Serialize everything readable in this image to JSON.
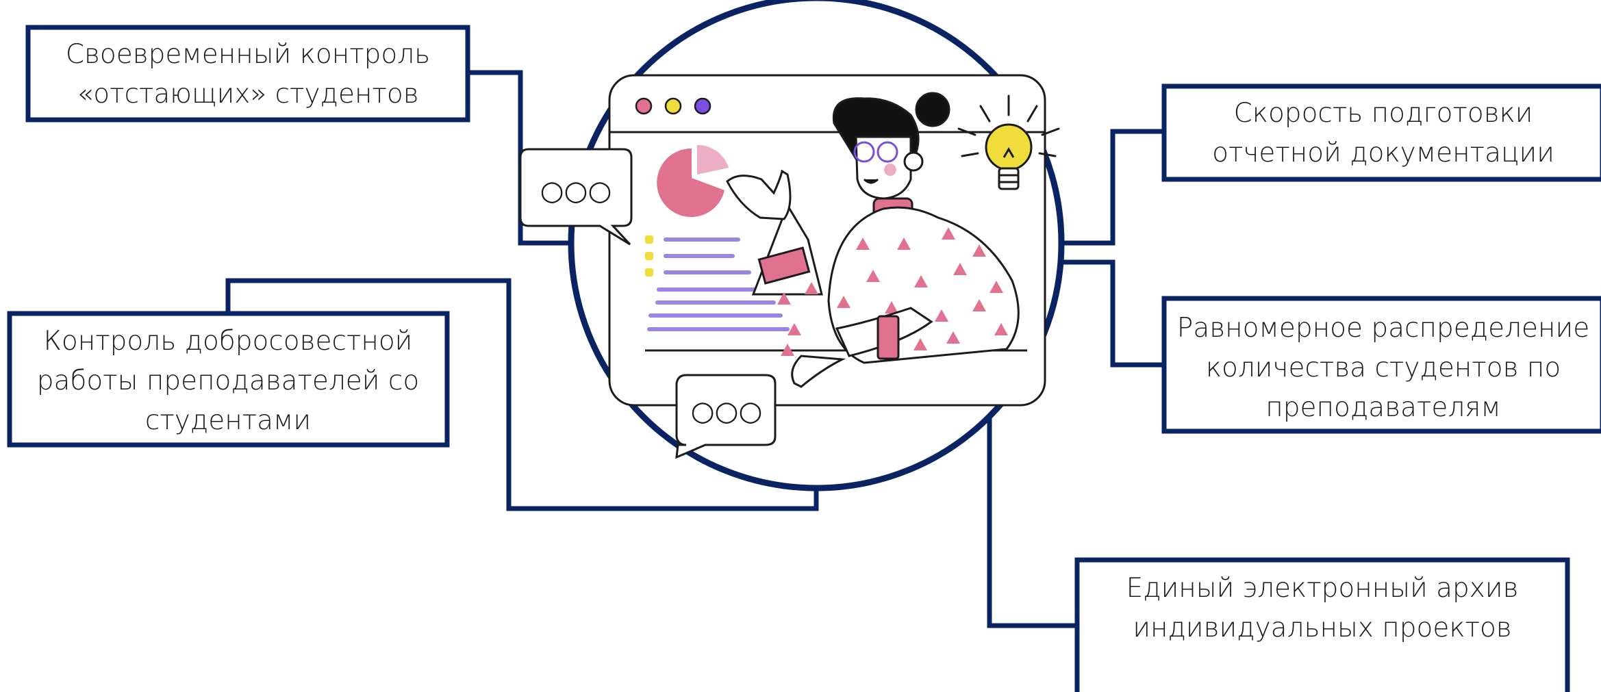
{
  "colors": {
    "frame": "#0a2463",
    "pink": "#e0728f",
    "pink_light": "#ebaec4",
    "yellow": "#f0dc3a",
    "purple": "#7a4ee0",
    "lavender": "#9b84e4",
    "ink": "#1b1b1b"
  },
  "boxes": [
    {
      "id": "timely-control",
      "lines": [
        "Своевременный контроль",
        "«отстающих» студентов"
      ]
    },
    {
      "id": "teacher-work",
      "lines": [
        "Контроль добросовестной",
        "работы преподавателей со",
        "студентами"
      ]
    },
    {
      "id": "report-speed",
      "lines": [
        "Скорость подготовки",
        "отчетной документации"
      ]
    },
    {
      "id": "even-distribution",
      "lines": [
        "Равномерное распределение",
        "количества студентов по",
        "преподавателям"
      ]
    },
    {
      "id": "archive",
      "lines": [
        "Единый электронный архив",
        "индивидуальных проектов"
      ]
    }
  ],
  "illustration": {
    "icons": [
      "browser-window-icon",
      "pie-chart-icon",
      "speech-bubble-icon",
      "light-bulb-icon",
      "presenter-woman-icon"
    ],
    "bubble_dots": "○○○"
  }
}
